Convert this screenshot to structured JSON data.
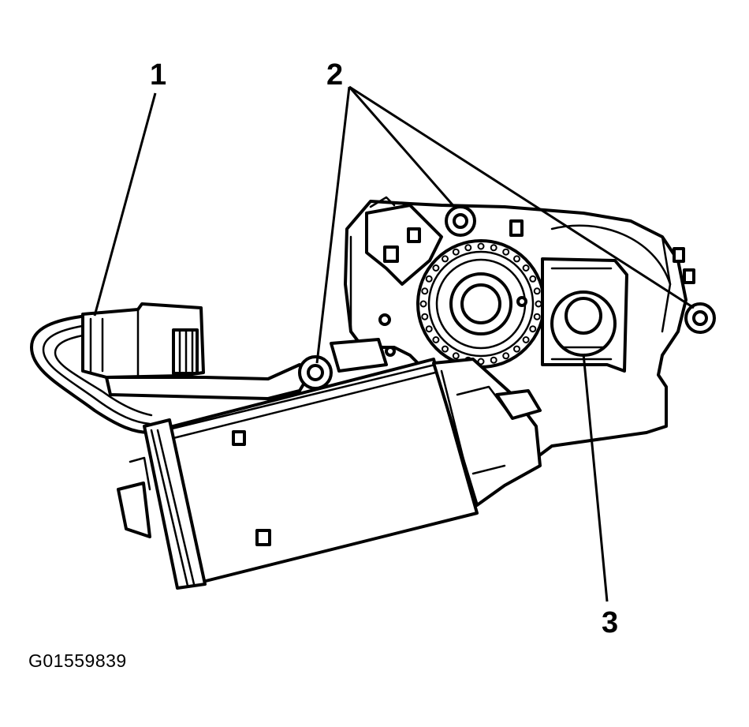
{
  "figure": {
    "id_text": "G01559839"
  },
  "callouts": [
    {
      "label": "1"
    },
    {
      "label": "2"
    },
    {
      "label": "3"
    }
  ]
}
